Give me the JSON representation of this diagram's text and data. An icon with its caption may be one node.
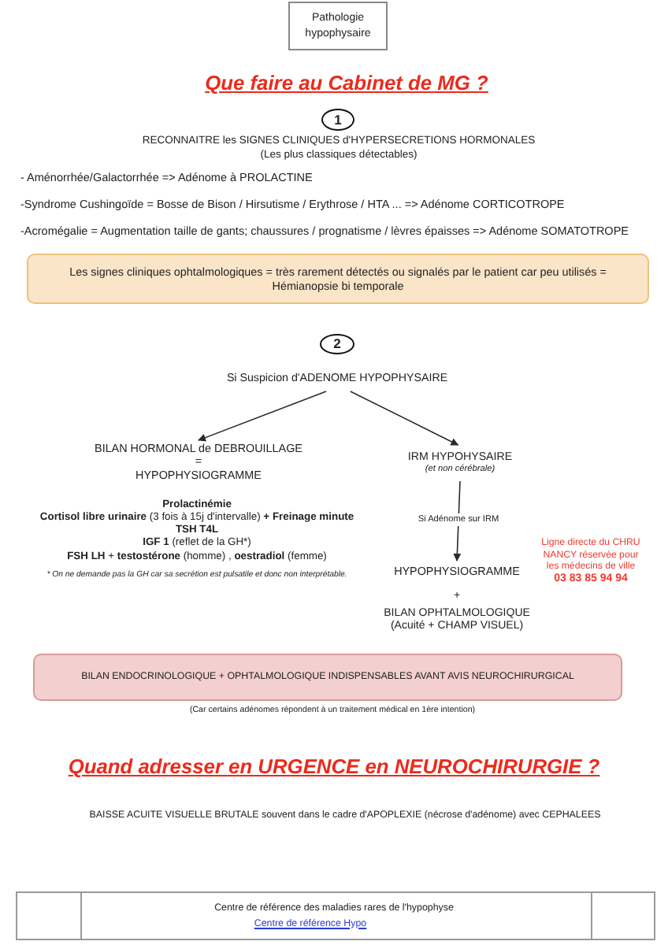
{
  "diagram": {
    "title": "Que faire au Cabinet de MG ?",
    "nodes": [
      {
        "text": [
          "Pathologie hypophysaire"
        ]
      },
      {
        "text": [
          "1"
        ]
      },
      {
        "text": [
          "Les signes cliniques ophtalmologiques = très rarement détectés ou signalés par le patient car peu utilisés = Hémianopsie bi temporale"
        ]
      },
      {
        "text": [
          "2"
        ]
      },
      {
        "text": [
          "Si Suspicion d'ADENOME HYPOPHYSAIRE"
        ]
      },
      {
        "text": [
          "BILAN HORMONAL de DEBROUILLAGE",
          "=",
          "HYPOPHYSIOGRAMME"
        ]
      },
      {
        "text": [
          "IRM HYPOHYSAIRE",
          "(et non cérébrale)"
        ]
      },
      {
        "text": [
          "HYPOPHYSIOGRAMME",
          "+",
          "BILAN OPHTALMOLOGIQUE",
          "(Acuité + CHAMP VISUEL)"
        ]
      },
      {
        "text": [
          "BILAN ENDOCRINOLOGIQUE + OPHTALMOLOGIQUE INDISPENSABLES AVANT AVIS NEUROCHIRURGICAL"
        ],
        "beside": [
          "(Car certains adénomes répondent à un traitement médical en 1ère intention)"
        ]
      }
    ],
    "edges": [
      {
        "from": 4,
        "to": 5,
        "arrow": "to"
      },
      {
        "from": 4,
        "to": 6,
        "arrow": "to"
      },
      {
        "from": 6,
        "to": 7,
        "label": "Si Adénome sur IRM",
        "arrow": "to"
      }
    ],
    "labels": [
      "RECONNAITRE les SIGNES CLINIQUES d'HYPERSECRETIONS HORMONALES",
      "(Les plus classiques détectables)",
      "- Aménorrhée/Galactorrhée => Adénome à PROLACTINE",
      "-Syndrome Cushingoïde = Bosse de Bison / Hirsutisme / Erythrose / HTA ... => Adénome CORTICOTROPE",
      "-Acromégalie = Augmentation taille de gants; chaussures / prognatisme / lèvres épaisses => Adénome SOMATOTROPE",
      "Prolactinémie",
      "**Cortisol libre urinaire** (3 fois à 15j d'intervalle) **+ Freinage minute**",
      "TSH T4L",
      "**IGF 1** (reflet de la GH*)",
      "**FSH LH** + **testostérone** (homme) , **oestradiol** (femme)",
      "* On ne demande pas la GH car sa secrétion est pulsatile et donc non interprétable.",
      "Ligne directe du CHRU NANCY réservée pour les médecins de ville",
      "03 83 85 94 94",
      "Quand adresser en URGENCE en NEUROCHIRURGIE ?",
      "BAISSE ACUITE VISUELLE BRUTALE souvent dans le cadre d'APOPLEXIE (nécrose d'adénome) avec CEPHALEES",
      "Centre de référence des maladies rares de l'hypophyse",
      "Centre de référence Hypo"
    ]
  }
}
